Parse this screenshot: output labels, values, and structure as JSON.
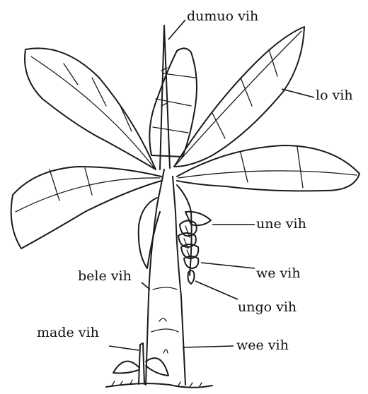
{
  "diagram": {
    "labels": {
      "dumuo": "dumuo vih",
      "lo": "lo vih",
      "une": "une vih",
      "we": "we vih",
      "bele": "bele vih",
      "ungo": "ungo vih",
      "made": "made vih",
      "wee": "wee vih"
    },
    "colors": {
      "ink": "#1a1a1a",
      "background": "#ffffff"
    }
  }
}
